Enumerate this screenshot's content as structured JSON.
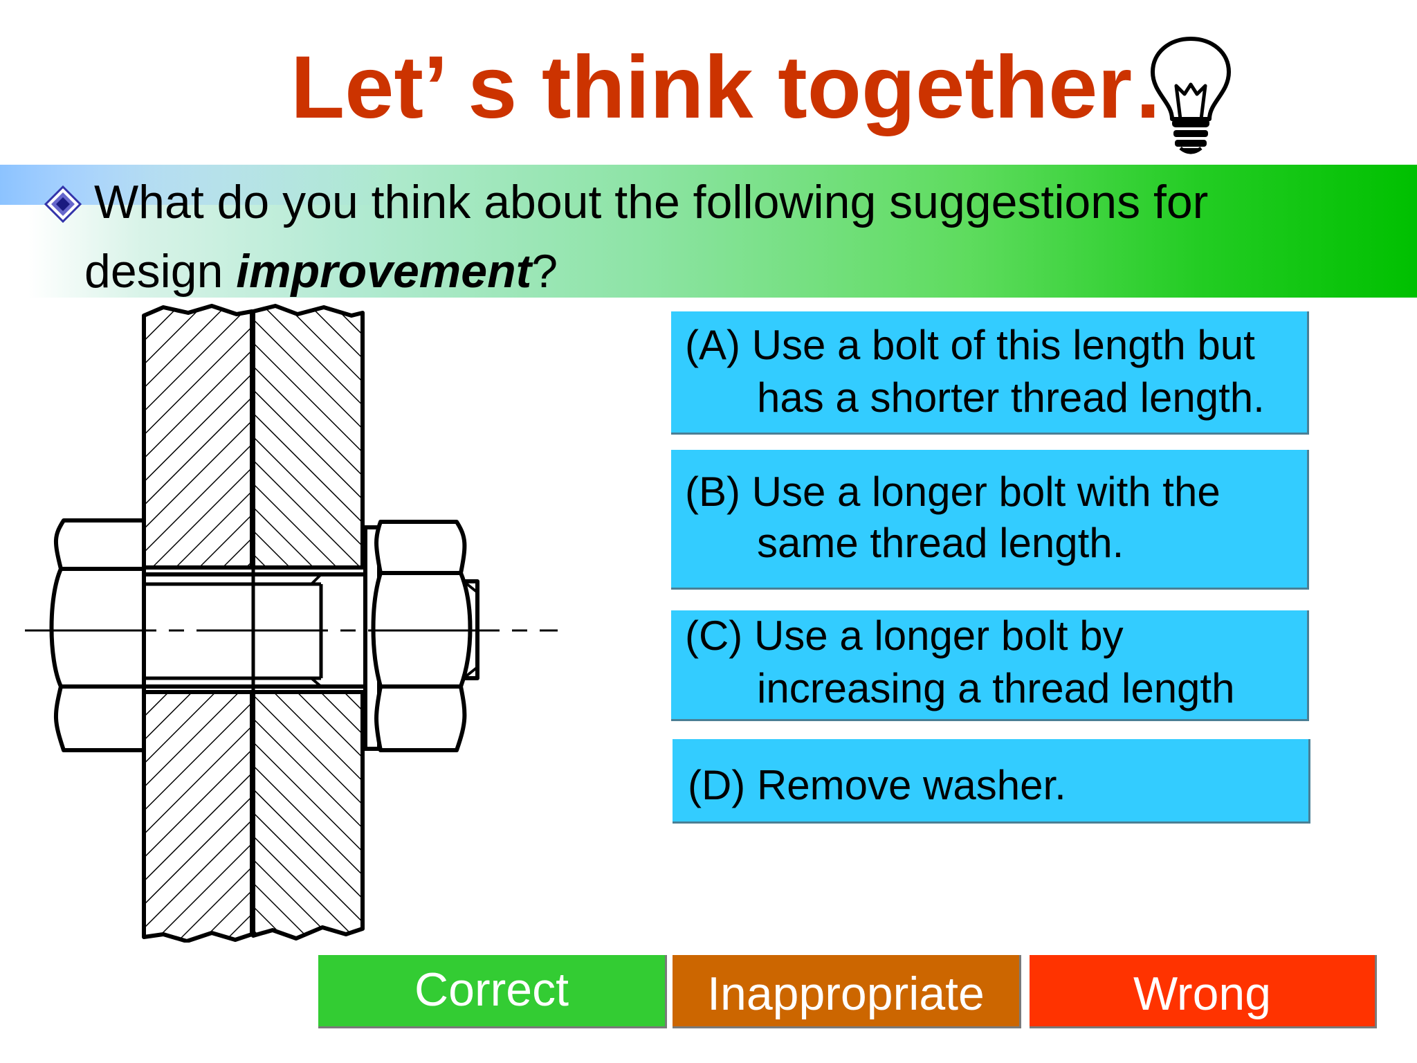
{
  "slide": {
    "title": "Let’ s think together…",
    "title_icon": "lightbulb-icon",
    "colors": {
      "title": "#cc3300",
      "option_background": "#33ccff",
      "band_end": "#00c000"
    }
  },
  "question": {
    "bullet_icon": "diamond-bullet-icon",
    "line1": "What do you think about the following suggestions for",
    "line2_prefix": "design ",
    "line2_emphasis": "improvement",
    "line2_suffix": "?"
  },
  "figure": {
    "description_icon": "bolt-assembly-section-drawing"
  },
  "options": [
    {
      "line1": "(A) Use a bolt of this length but",
      "line2": "has a shorter thread length."
    },
    {
      "line1": "(B) Use a longer bolt with the",
      "line2": "same thread length."
    },
    {
      "line1": "(C) Use a longer bolt by",
      "line2": "increasing a thread length"
    },
    {
      "line1": "(D) Remove washer."
    }
  ],
  "answers": {
    "correct": {
      "label": "Correct",
      "color": "#33cc33"
    },
    "inappropriate": {
      "label": "Inappropriate",
      "color": "#cc6600"
    },
    "wrong": {
      "label": "Wrong",
      "color": "#ff3300"
    }
  }
}
